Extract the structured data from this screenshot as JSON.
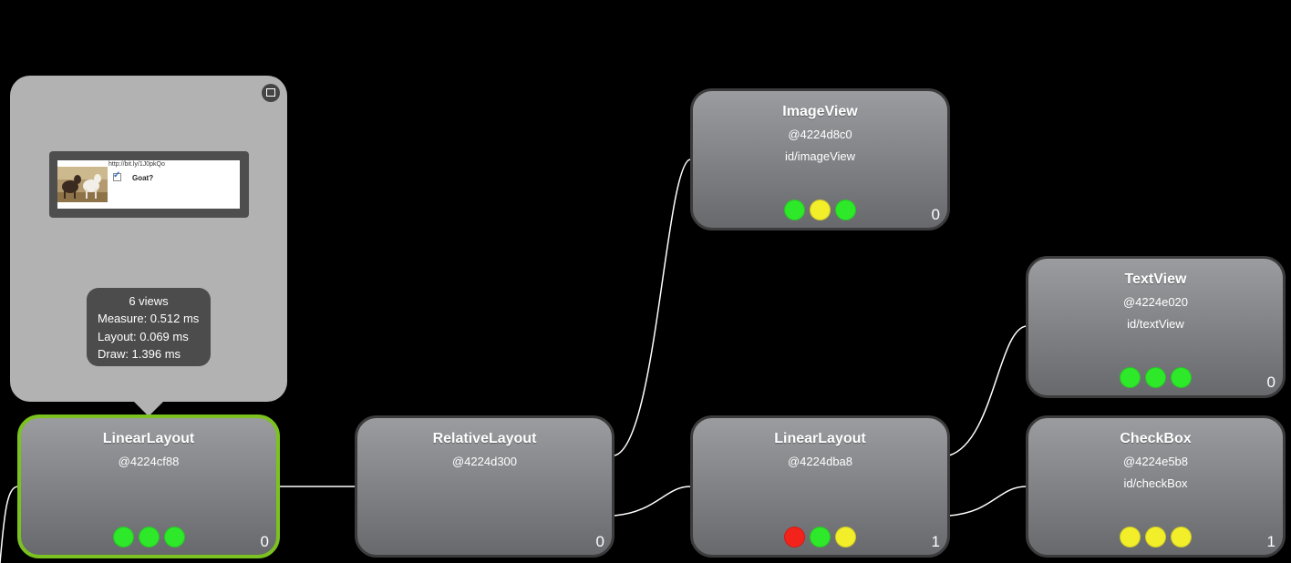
{
  "preview": {
    "url": "http://bit.ly/1J0pkQo",
    "checkbox_label": "Goat?",
    "stats": {
      "views": "6 views",
      "measure": "Measure: 0.512 ms",
      "layout": "Layout: 0.069 ms",
      "draw": "Draw: 1.396 ms"
    }
  },
  "colors": {
    "green": "#2ee82a",
    "yellow": "#f2ee2a",
    "red": "#f3231c",
    "selected_border": "#7bc120"
  },
  "nodes": {
    "linear_root": {
      "title": "LinearLayout",
      "hash": "@4224cf88",
      "id": "",
      "count": "0",
      "status": [
        "green",
        "green",
        "green"
      ]
    },
    "relative": {
      "title": "RelativeLayout",
      "hash": "@4224d300",
      "id": "",
      "count": "0",
      "status": []
    },
    "imageview": {
      "title": "ImageView",
      "hash": "@4224d8c0",
      "id": "id/imageView",
      "count": "0",
      "status": [
        "green",
        "yellow",
        "green"
      ]
    },
    "linear_child": {
      "title": "LinearLayout",
      "hash": "@4224dba8",
      "id": "",
      "count": "1",
      "status": [
        "red",
        "green",
        "yellow"
      ]
    },
    "textview": {
      "title": "TextView",
      "hash": "@4224e020",
      "id": "id/textView",
      "count": "0",
      "status": [
        "green",
        "green",
        "green"
      ]
    },
    "checkbox": {
      "title": "CheckBox",
      "hash": "@4224e5b8",
      "id": "id/checkBox",
      "count": "1",
      "status": [
        "yellow",
        "yellow",
        "yellow"
      ]
    }
  }
}
